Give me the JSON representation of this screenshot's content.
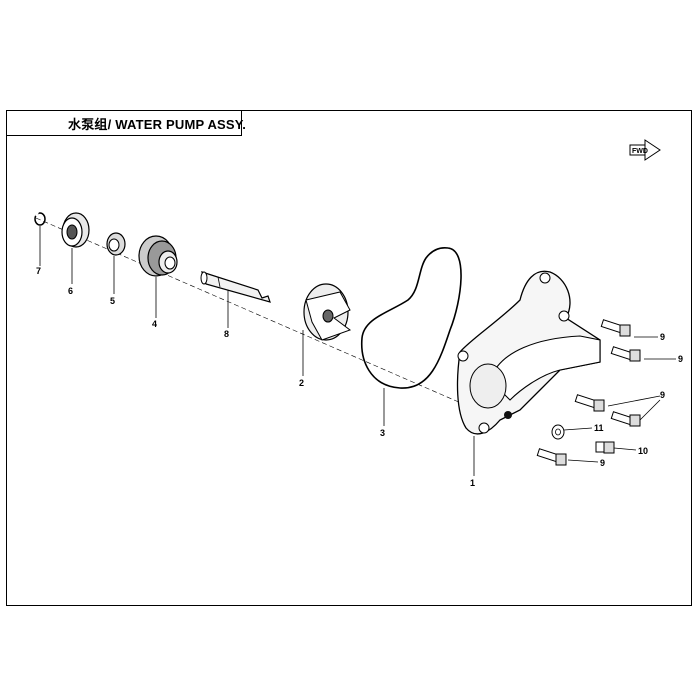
{
  "title": "水泵组/ WATER PUMP ASSY.",
  "fwd_label": "FWD",
  "callouts": {
    "c1": "1",
    "c2": "2",
    "c3": "3",
    "c4": "4",
    "c5": "5",
    "c6": "6",
    "c7": "7",
    "c8": "8",
    "c9a": "9",
    "c9b": "9",
    "c9c": "9",
    "c9d": "9",
    "c10": "10",
    "c11": "11"
  }
}
